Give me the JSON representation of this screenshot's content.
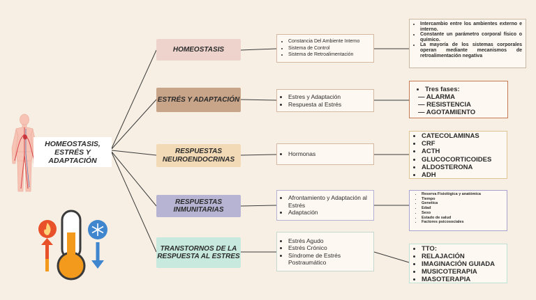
{
  "center": {
    "title": "HOMEOSTASIS, ESTRÉS Y ADAPTACIÓN"
  },
  "topics": [
    {
      "label": "HOMEOSTASIS"
    },
    {
      "label": "ESTRÉS Y ADAPTACIÓN"
    },
    {
      "label": "RESPUESTAS NEUROENDOCRINAS"
    },
    {
      "label": "RESPUESTAS INMUNITARIAS"
    },
    {
      "label": "TRANSTORNOS DE LA RESPUESTA AL ESTRES"
    }
  ],
  "mid": [
    {
      "items": [
        "Constancia Del Ambiente Interno",
        "Sistema de Control",
        "Sistema de Retroalimentación"
      ]
    },
    {
      "items": [
        "Estres y Adaptación",
        "Respuesta al Estrés"
      ]
    },
    {
      "items": [
        "Hormonas"
      ]
    },
    {
      "items": [
        "Afrontamiento y Adaptación al Estrés",
        "Adaptación"
      ]
    },
    {
      "items": [
        "Estrés Agudo",
        "Estrés Crónico",
        "Síndrome de Estrés Postraumático"
      ]
    }
  ],
  "right": {
    "homeostasis": [
      "Intercambio entre los ambientes externo e interno.",
      "Constante un parámetro corporal físico o químico.",
      "La mayoría de los sistemas corporales operan mediante mecanismos de retroalimentación negativa"
    ],
    "fases_title": "Tres fases:",
    "fases": [
      "— ALARMA",
      "— RESISTENCIA",
      "— AGOTAMIENTO"
    ],
    "hormonas": [
      "CATECOLAMINAS",
      "CRF",
      "ACTH",
      "GLUCOCORTICOIDES",
      "ALDOSTERONA",
      "ADH"
    ],
    "factores": [
      "Reserva Fisiológica y anatómica",
      "Tiempo",
      "Genetica",
      "Edad",
      "Sexo",
      "Estado de salud",
      "Factores psicosociales"
    ],
    "tto": [
      "TTO:",
      "RELAJACIÓN",
      "IMAGINACIÓN GUIADA",
      "MUSICOTERAPIA",
      "MASOTERAPIA"
    ]
  },
  "colors": {
    "connector": "#3a3a3a",
    "thermometer_fill": "#f39a1c",
    "hot": "#e8512a",
    "cold": "#3f86cf"
  }
}
